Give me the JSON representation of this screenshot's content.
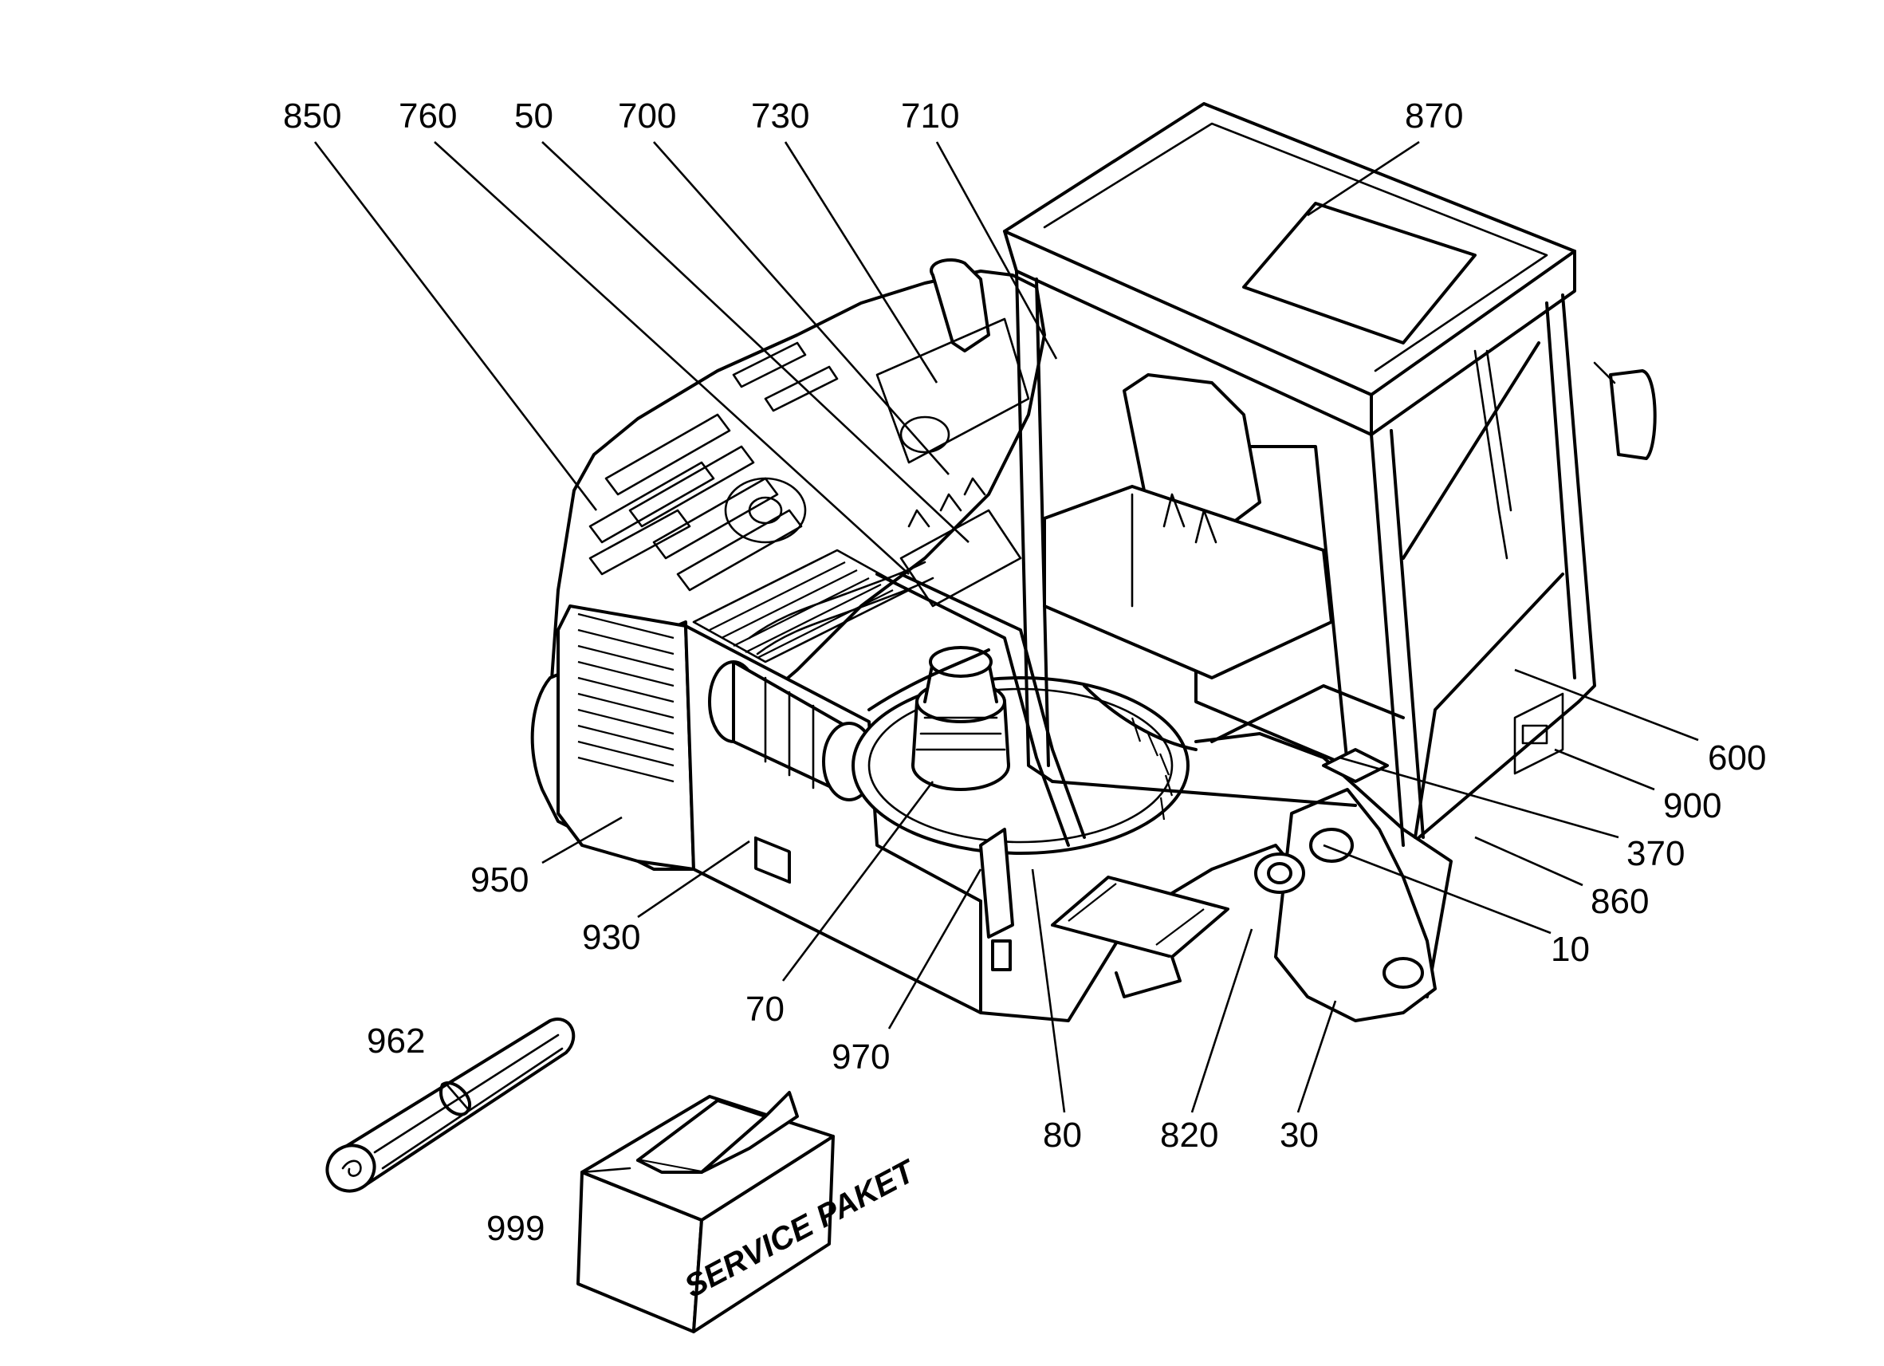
{
  "callouts": [
    {
      "id": "850",
      "label": "850"
    },
    {
      "id": "760",
      "label": "760"
    },
    {
      "id": "50",
      "label": "50"
    },
    {
      "id": "700",
      "label": "700"
    },
    {
      "id": "730",
      "label": "730"
    },
    {
      "id": "710",
      "label": "710"
    },
    {
      "id": "870",
      "label": "870"
    },
    {
      "id": "600",
      "label": "600"
    },
    {
      "id": "900",
      "label": "900"
    },
    {
      "id": "370",
      "label": "370"
    },
    {
      "id": "860",
      "label": "860"
    },
    {
      "id": "10",
      "label": "10"
    },
    {
      "id": "950",
      "label": "950"
    },
    {
      "id": "930",
      "label": "930"
    },
    {
      "id": "70",
      "label": "70"
    },
    {
      "id": "970",
      "label": "970"
    },
    {
      "id": "80",
      "label": "80"
    },
    {
      "id": "820",
      "label": "820"
    },
    {
      "id": "30",
      "label": "30"
    },
    {
      "id": "962",
      "label": "962"
    },
    {
      "id": "999",
      "label": "999"
    }
  ],
  "service_box": {
    "text": "SERVICE PAKET"
  },
  "colors": {
    "ink": "#000000",
    "paper": "#ffffff"
  }
}
